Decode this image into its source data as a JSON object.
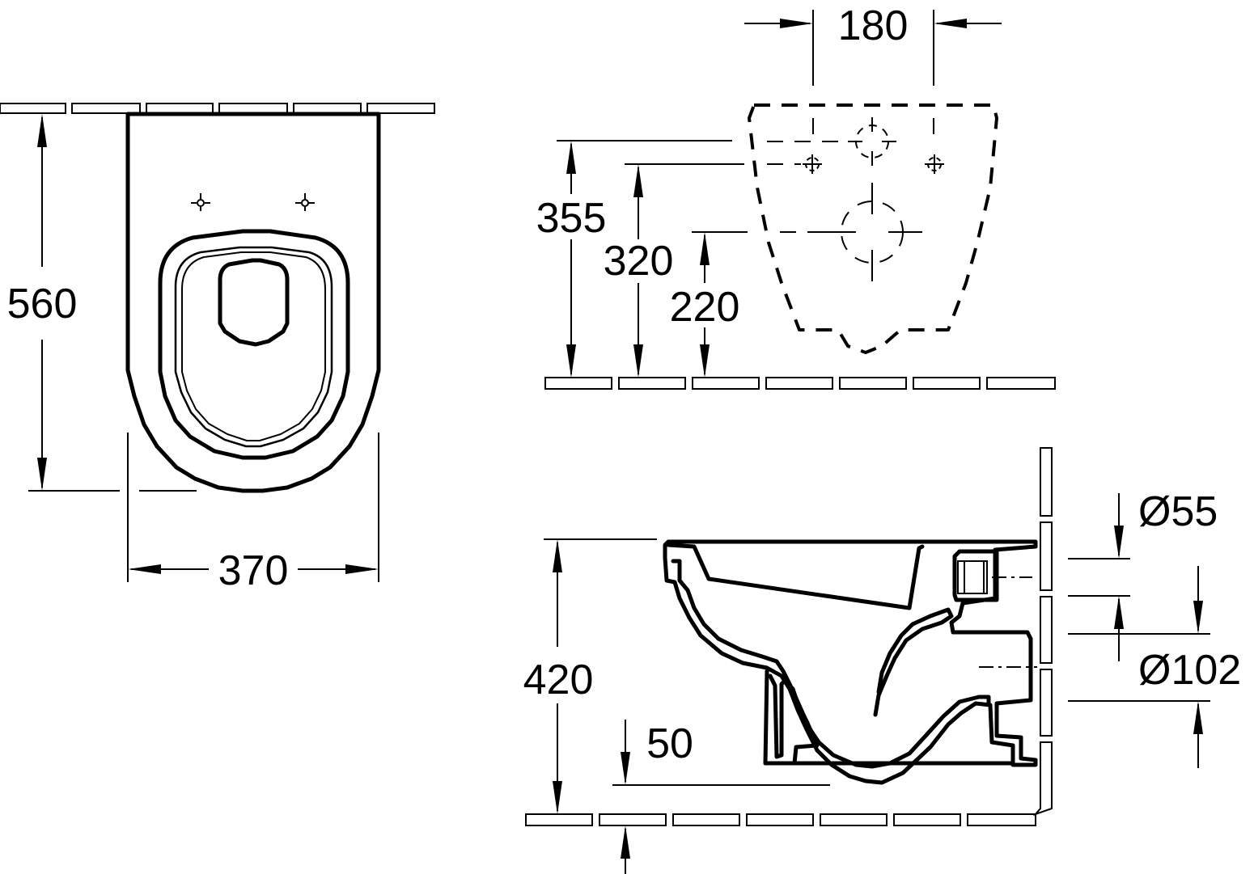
{
  "top_view": {
    "dim_depth": "560",
    "dim_width": "370"
  },
  "front_view": {
    "dim_spacing": "180",
    "dim_height_upper": "355",
    "dim_height_middle": "320",
    "dim_height_lower": "220"
  },
  "side_view": {
    "dim_height": "420",
    "dim_offset": "50",
    "dim_diameter_small": "Ø55",
    "dim_diameter_large": "Ø102"
  },
  "colors": {
    "line": "#000000",
    "background": "#ffffff"
  }
}
